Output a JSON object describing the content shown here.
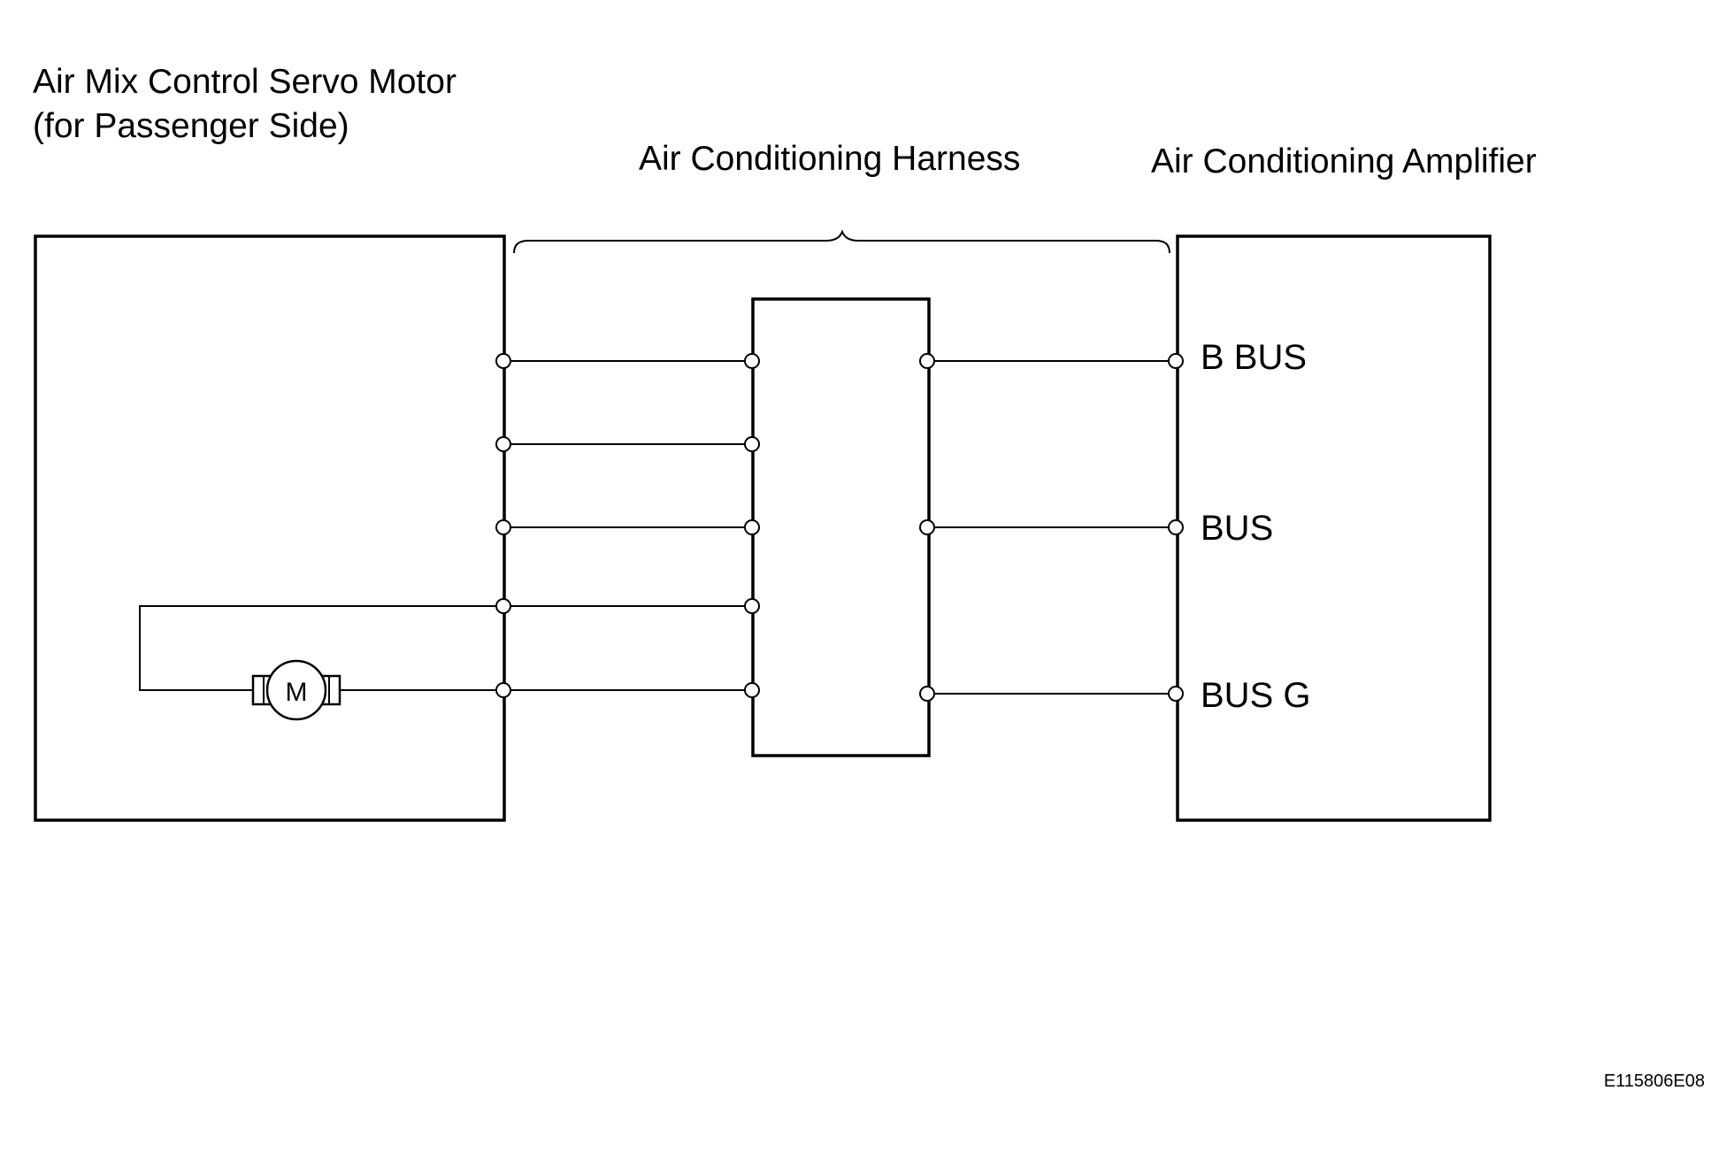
{
  "components": {
    "servo_motor": {
      "title_line1": "Air Mix Control Servo Motor",
      "title_line2": "(for Passenger Side)"
    },
    "harness": {
      "title": "Air Conditioning Harness"
    },
    "amplifier": {
      "title": "Air Conditioning Amplifier"
    }
  },
  "motor_symbol": {
    "label": "M"
  },
  "amplifier_pins": [
    "B BUS",
    "BUS",
    "BUS G"
  ],
  "figure_code": "E115806E08"
}
